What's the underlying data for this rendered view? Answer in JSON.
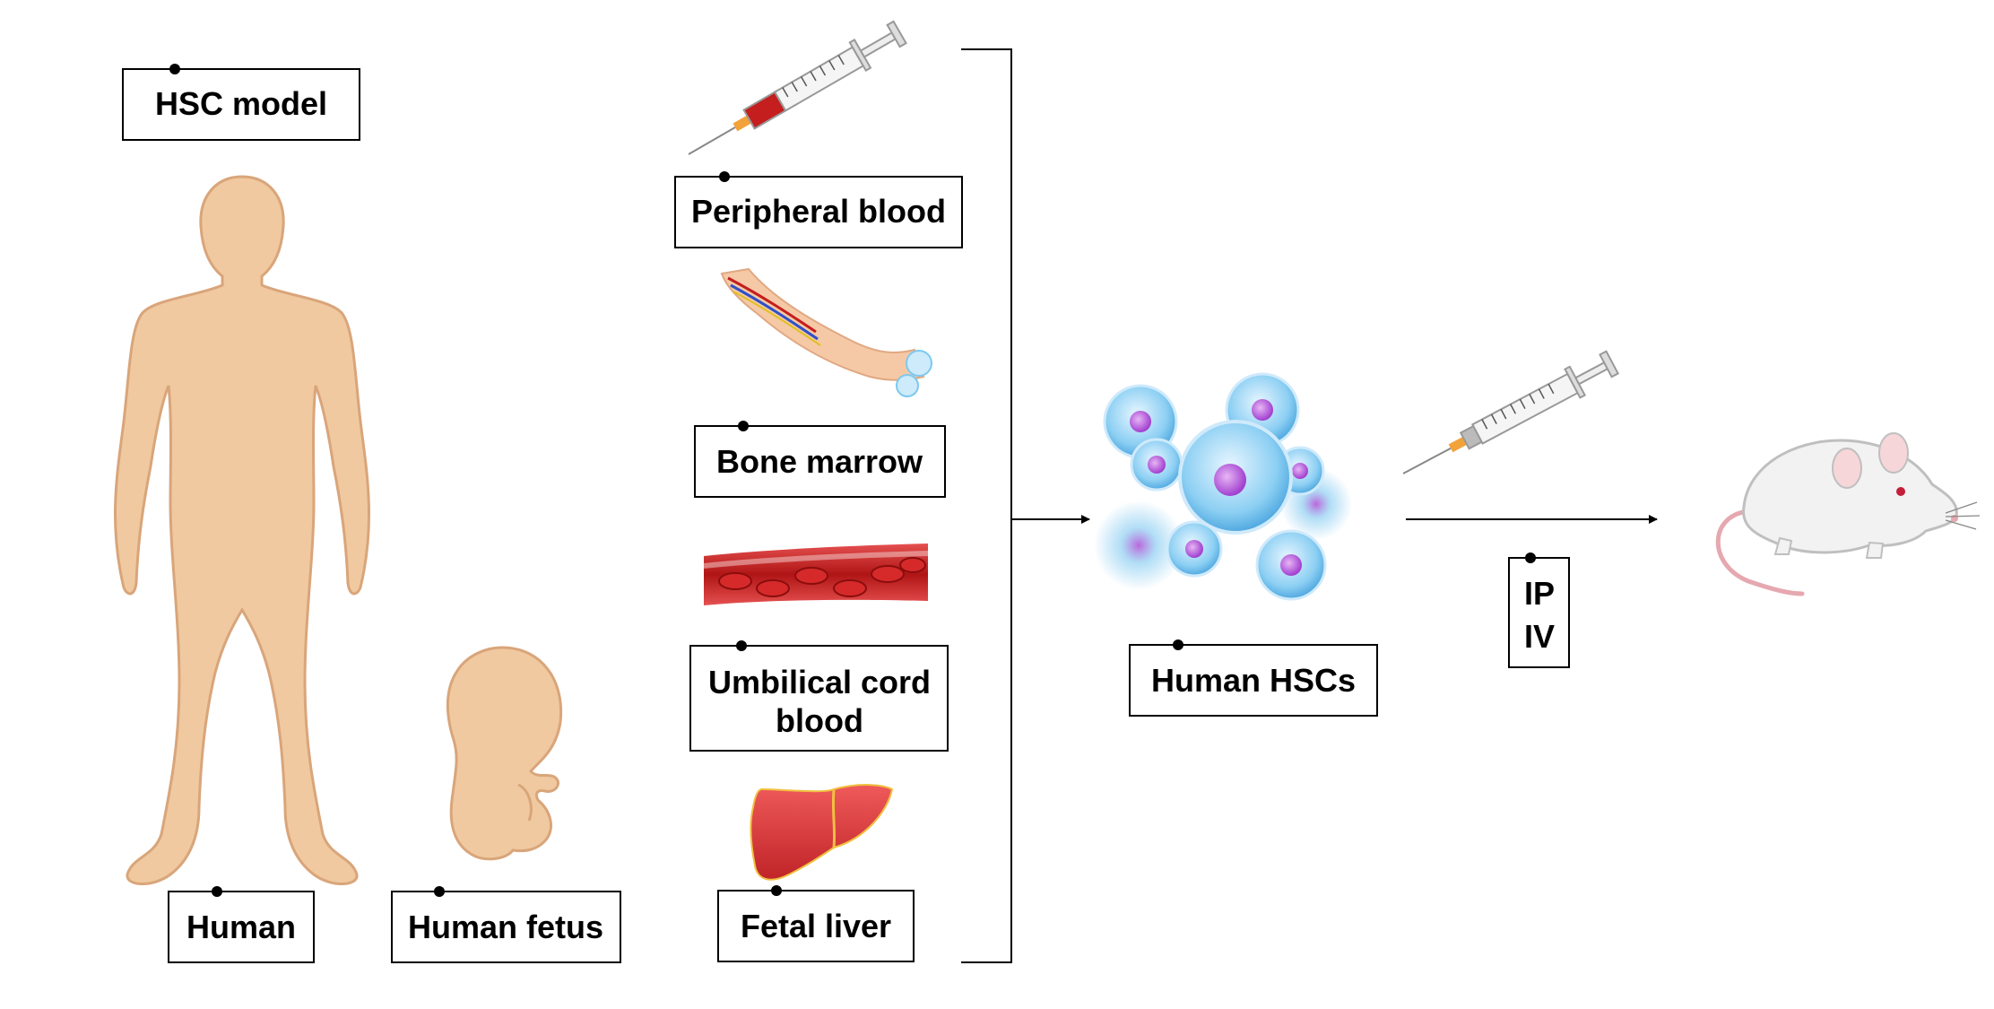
{
  "title": "HSC model",
  "sources": {
    "human": "Human",
    "fetus": "Human fetus"
  },
  "tissues": {
    "peripheral_blood": "Peripheral blood",
    "bone_marrow": "Bone marrow",
    "umbilical_line1": "Umbilical cord",
    "umbilical_line2": "blood",
    "fetal_liver": "Fetal liver"
  },
  "product": "Human HSCs",
  "routes": {
    "ip": "IP",
    "iv": "IV"
  },
  "icons": [
    "human-silhouette",
    "fetus",
    "syringe-blood",
    "bone-marrow",
    "blood-vessel",
    "liver",
    "stem-cells",
    "syringe",
    "mouse"
  ],
  "colors": {
    "skin": "#F0C9A0",
    "skin_outline": "#D9A57A",
    "blood_red": "#C41E1E",
    "cell_blue": "#7EC8F0",
    "cell_nucleus": "#B455D8",
    "liver_red": "#D9343A",
    "mouse_white": "#F2F2F2"
  }
}
